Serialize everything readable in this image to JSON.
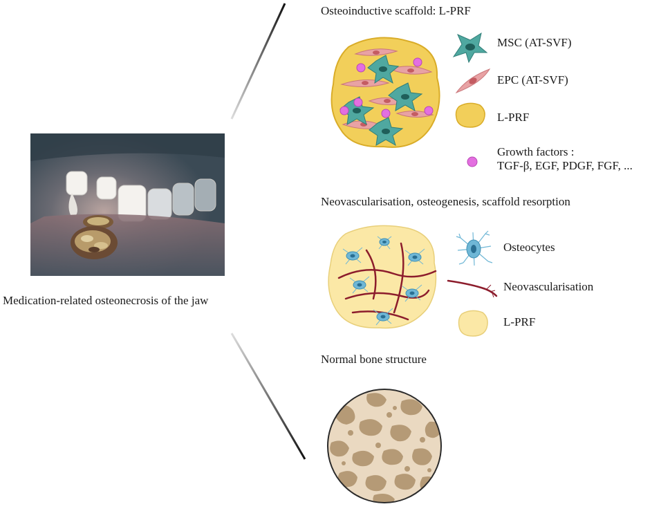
{
  "left": {
    "photo_label": "Medication-related osteonecrosis of the jaw"
  },
  "section1": {
    "title": "Osteoinductive scaffold: L-PRF",
    "legend": {
      "msc": "MSC (AT-SVF)",
      "epc": "EPC (AT-SVF)",
      "lprf": "L-PRF",
      "gf_title": "Growth factors :",
      "gf_list": "TGF-β, EGF, PDGF, FGF, ..."
    }
  },
  "section2": {
    "title": "Neovascularisation, osteogenesis, scaffold resorption",
    "legend": {
      "osteocytes": "Osteocytes",
      "neovasc": "Neovascularisation",
      "lprf": "L-PRF"
    }
  },
  "section3": {
    "title": "Normal bone structure"
  },
  "colors": {
    "msc": "#4fa8a0",
    "epc": "#e8a2a4",
    "lprf": "#f2cf5a",
    "lprf_pale": "#fbe8a6",
    "growth_factor": "#e36fe0",
    "osteocyte": "#6fb7d6",
    "vessel": "#8c1c2c",
    "bone_bg": "#ead9c1",
    "bone_pattern": "#b59a76"
  }
}
